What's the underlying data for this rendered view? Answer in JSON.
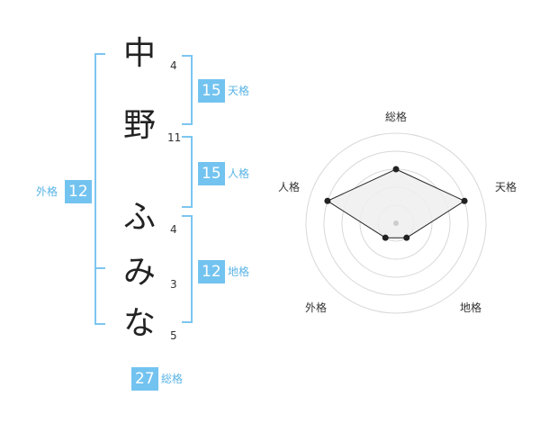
{
  "name_chars": [
    {
      "char": "中",
      "strokes": "4"
    },
    {
      "char": "野",
      "strokes": "11"
    },
    {
      "char": "ふ",
      "strokes": "4"
    },
    {
      "char": "み",
      "strokes": "3"
    },
    {
      "char": "な",
      "strokes": "5"
    }
  ],
  "grades": {
    "tenkaku": {
      "value": "15",
      "label": "天格"
    },
    "jinkaku": {
      "value": "15",
      "label": "人格"
    },
    "chikaku": {
      "value": "12",
      "label": "地格"
    },
    "gaikaku": {
      "value": "12",
      "label": "外格"
    },
    "soukaku": {
      "value": "27",
      "label": "総格"
    }
  },
  "colors": {
    "accent": "#73c3f0",
    "accent_text": "#5ab4e6",
    "bracket": "#7cc6f0",
    "ring": "#d8d8d8",
    "polygon_fill": "#eeeeee",
    "polygon_stroke": "#222222"
  },
  "chart_data": {
    "type": "radar",
    "axes": [
      "総格",
      "天格",
      "地格",
      "外格",
      "人格"
    ],
    "values": [
      3,
      4,
      1,
      1,
      4
    ],
    "scale": [
      0,
      5
    ]
  }
}
